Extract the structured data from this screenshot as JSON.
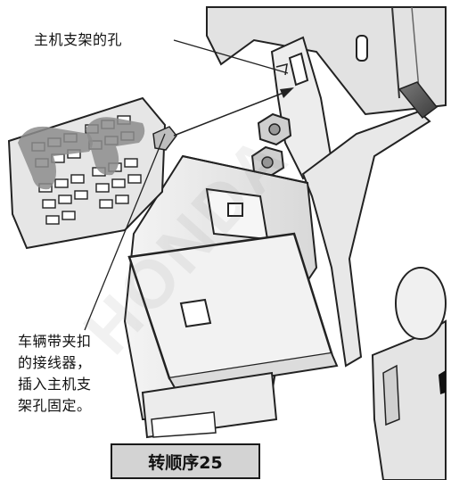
{
  "labels": {
    "mount_hole": "主机支架的孔",
    "connector_note": "车辆带夹扣\n的接线器，\n插入主机支\n架孔固定。"
  },
  "goto_button": "转顺序25",
  "watermark": "HONDA",
  "colors": {
    "line": "#1a1a1a",
    "button_bg": "#d3d3d3",
    "watermark": "#787878"
  }
}
